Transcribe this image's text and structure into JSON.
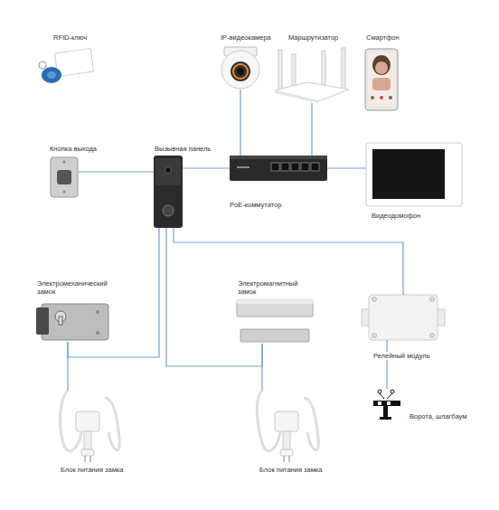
{
  "diagram": {
    "nodes": [
      {
        "text": [
          "RFID-ключ"
        ]
      },
      {
        "text": [
          "IP-видеокамера"
        ]
      },
      {
        "text": [
          "Маршрутизатор"
        ]
      },
      {
        "text": [
          "Смартфон"
        ]
      },
      {
        "text": [
          "Кнопка выхода"
        ]
      },
      {
        "text": [
          "Вызывная панель"
        ]
      },
      {
        "text": [
          "PoE-коммутатор"
        ]
      },
      {
        "text": [
          "Видеодомофон"
        ]
      },
      {
        "text": [
          "Электромеханический замок"
        ]
      },
      {
        "text": [
          "Электромагнитный замок"
        ]
      },
      {
        "text": [
          "Релейный модуль"
        ]
      },
      {
        "text": [
          "Ворота, шлагбаум"
        ]
      },
      {
        "text": [
          "Блок питания замка"
        ]
      },
      {
        "text": [
          "Блок питания замка"
        ]
      }
    ],
    "edges": [
      {
        "from": 1,
        "to": 6,
        "arrow": "none"
      },
      {
        "from": 2,
        "to": 6,
        "arrow": "none"
      },
      {
        "from": 4,
        "to": 5,
        "arrow": "none"
      },
      {
        "from": 5,
        "to": 6,
        "arrow": "none"
      },
      {
        "from": 6,
        "to": 7,
        "arrow": "none"
      },
      {
        "from": 5,
        "to": 8,
        "arrow": "none"
      },
      {
        "from": 5,
        "to": 9,
        "arrow": "none"
      },
      {
        "from": 5,
        "to": 10,
        "arrow": "none"
      },
      {
        "from": 8,
        "to": 12,
        "arrow": "none"
      },
      {
        "from": 9,
        "to": 13,
        "arrow": "none"
      },
      {
        "from": 10,
        "to": 11,
        "arrow": "none"
      }
    ]
  }
}
